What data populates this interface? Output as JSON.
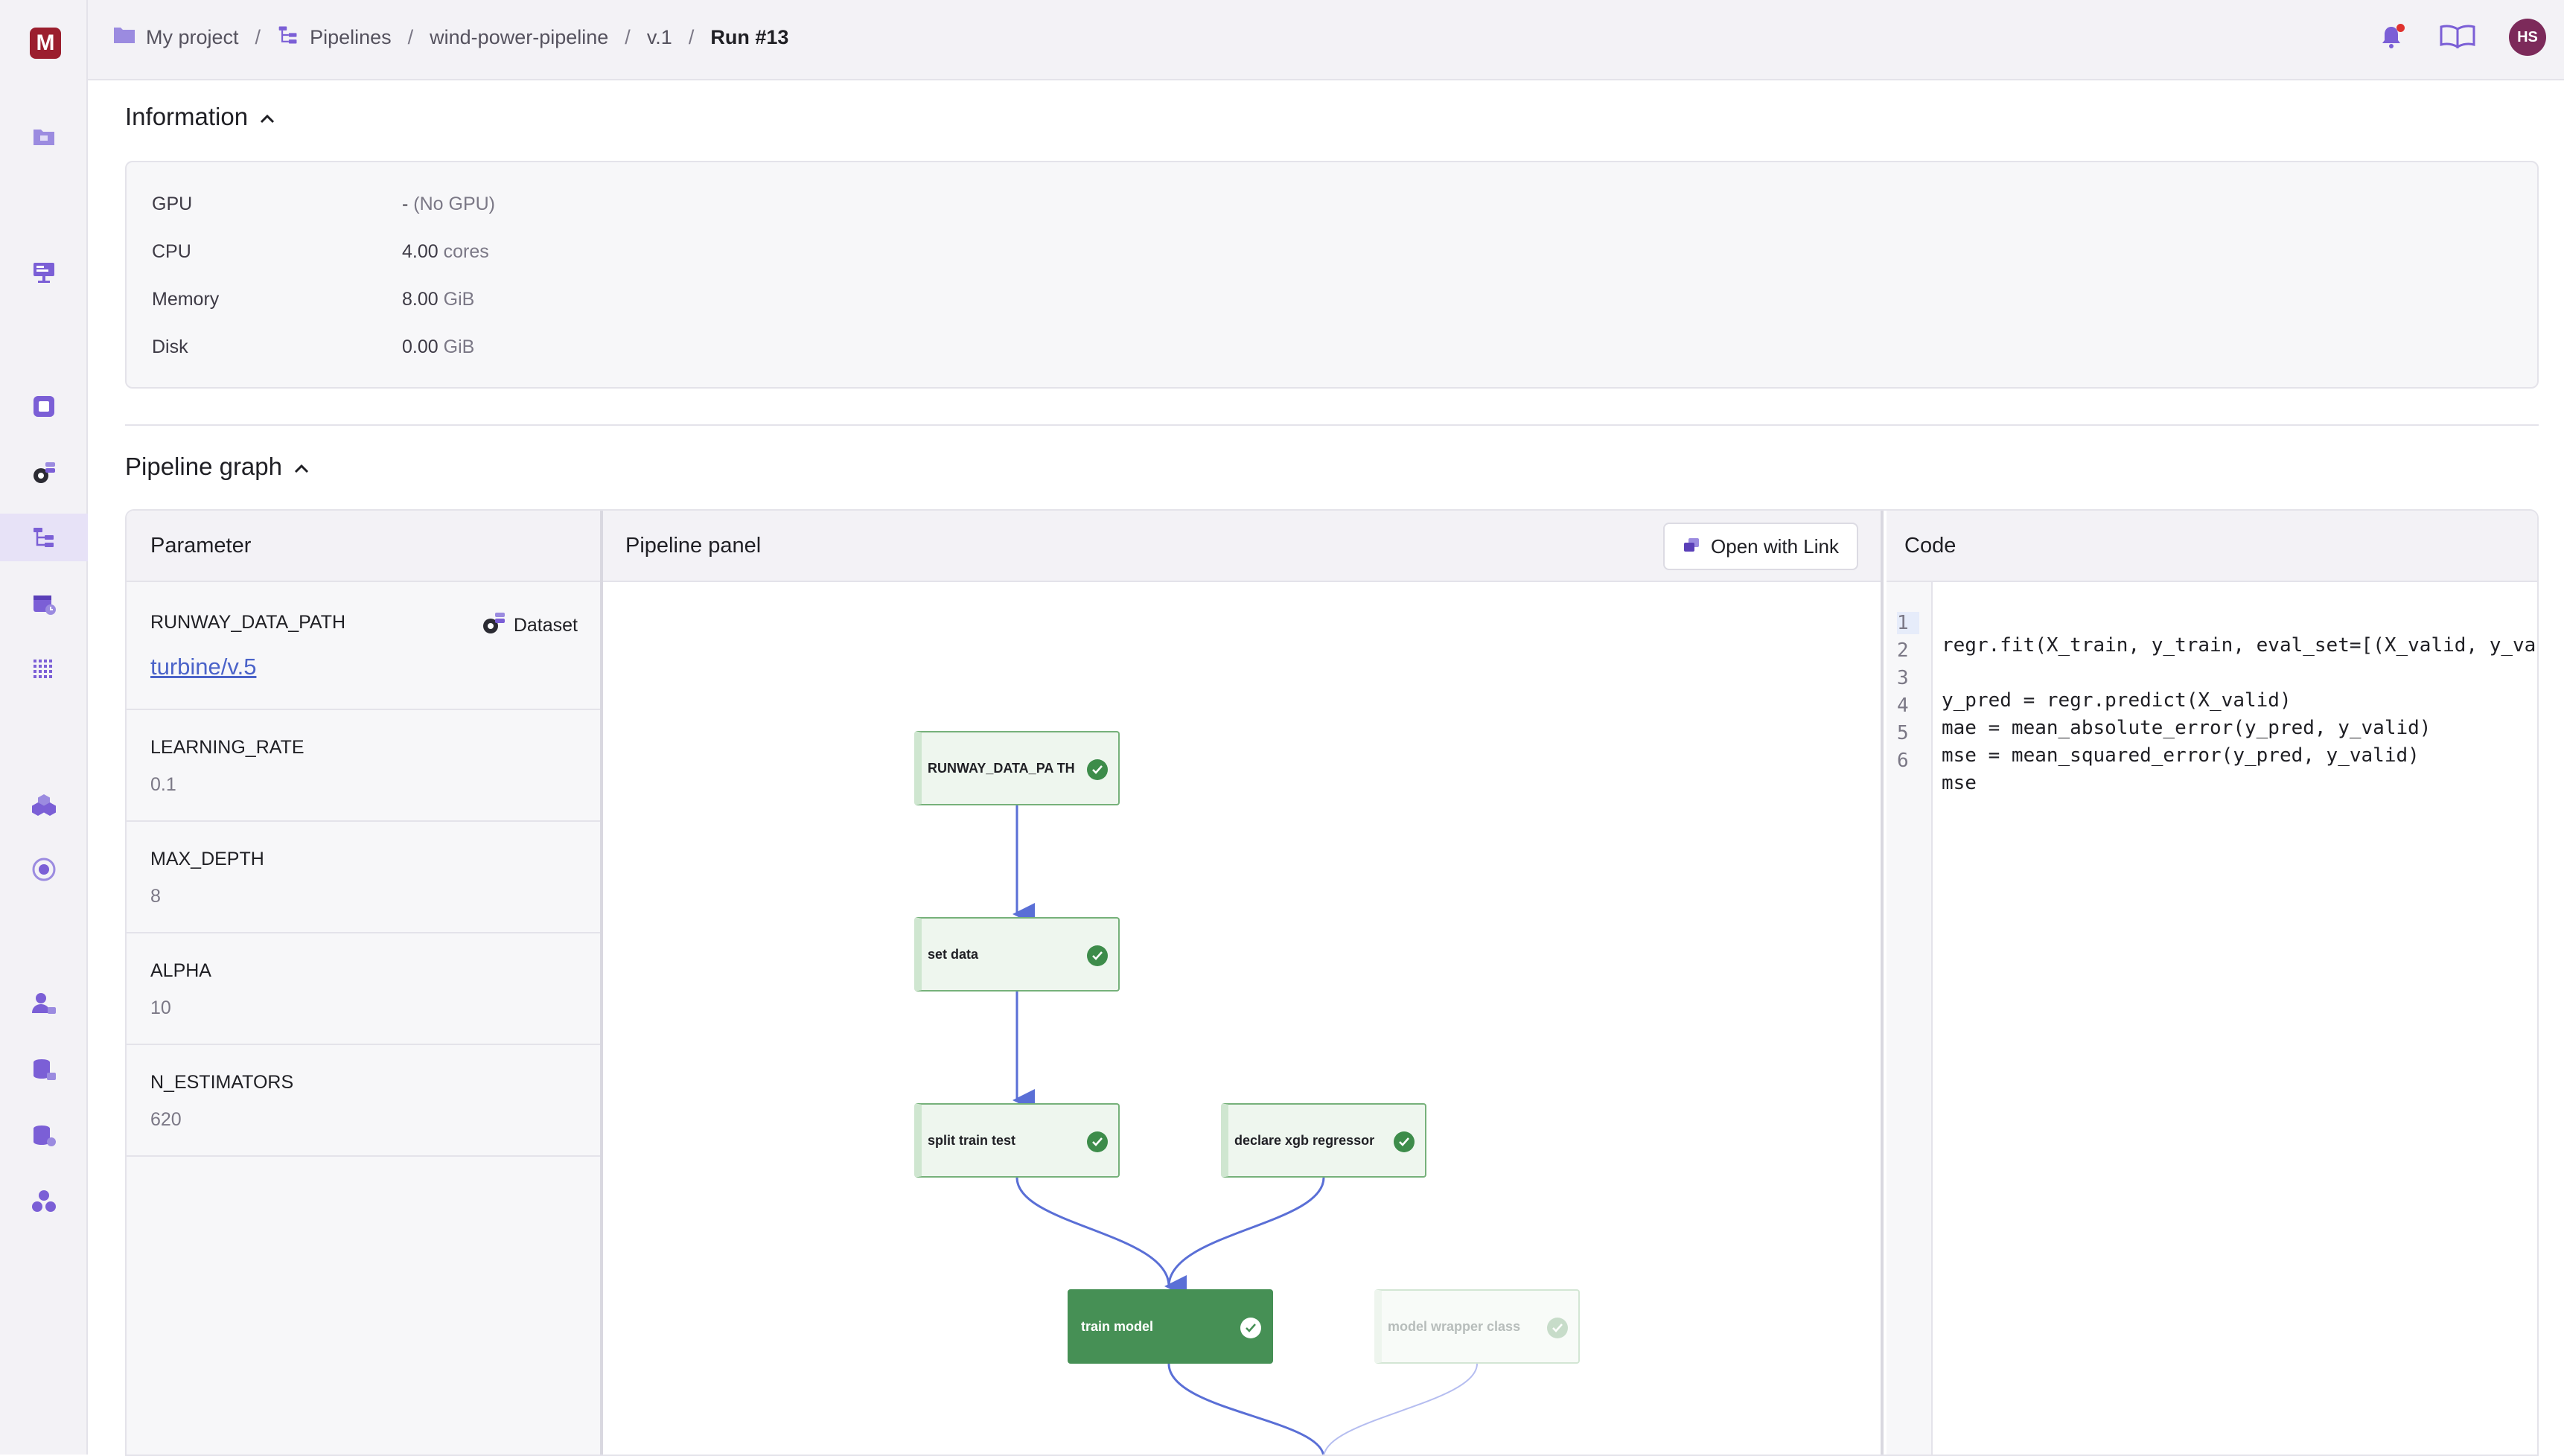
{
  "app": {
    "logo_letter": "M"
  },
  "breadcrumb": {
    "items": [
      "My project",
      "Pipelines",
      "wind-power-pipeline",
      "v.1"
    ],
    "current": "Run #13",
    "separator": "/"
  },
  "user": {
    "initials": "HS"
  },
  "sidebar": {
    "icons": [
      "folder-icon",
      "workspace-icon",
      "dev-environment-icon",
      "dataset-icon",
      "pipeline-icon",
      "schedule-icon",
      "grid-icon",
      "model-icon",
      "serving-icon",
      "members-icon",
      "storage-icon",
      "registry-icon",
      "cluster-icon"
    ],
    "active": "pipeline-icon"
  },
  "information": {
    "title": "Information",
    "rows": [
      {
        "label": "GPU",
        "value": "-",
        "unit": "(No GPU)"
      },
      {
        "label": "CPU",
        "value": "4.00",
        "unit": "cores"
      },
      {
        "label": "Memory",
        "value": "8.00",
        "unit": "GiB"
      },
      {
        "label": "Disk",
        "value": "0.00",
        "unit": "GiB"
      }
    ]
  },
  "pipeline_graph": {
    "title": "Pipeline graph",
    "parameter_panel": {
      "title": "Parameter",
      "params": [
        {
          "name": "RUNWAY_DATA_PATH",
          "value": "turbine/v.5",
          "tag": "Dataset"
        },
        {
          "name": "LEARNING_RATE",
          "value": "0.1"
        },
        {
          "name": "MAX_DEPTH",
          "value": "8"
        },
        {
          "name": "ALPHA",
          "value": "10"
        },
        {
          "name": "N_ESTIMATORS",
          "value": "620"
        }
      ]
    },
    "pipeline_panel": {
      "title": "Pipeline panel",
      "open_button": "Open with Link",
      "nodes": [
        {
          "label": "RUNWAY_DATA_PA TH",
          "status": "success"
        },
        {
          "label": "set data",
          "status": "success"
        },
        {
          "label": "split train test",
          "status": "success"
        },
        {
          "label": "declare xgb regressor",
          "status": "success"
        },
        {
          "label": "train model",
          "status": "selected"
        },
        {
          "label": "model wrapper class",
          "status": "faded"
        }
      ]
    },
    "code_panel": {
      "title": "Code",
      "active_line": 1,
      "lines": [
        {
          "n": "1",
          "text": "regr.fit(X_train, y_train, eval_set=[(X_valid, y_valid)])"
        },
        {
          "n": "2",
          "text": ""
        },
        {
          "n": "3",
          "text": "y_pred = regr.predict(X_valid)"
        },
        {
          "n": "4",
          "text": "mae = mean_absolute_error(y_pred, y_valid)"
        },
        {
          "n": "5",
          "text": "mse = mean_squared_error(y_pred, y_valid)"
        },
        {
          "n": "6",
          "text": "mse"
        }
      ]
    }
  }
}
